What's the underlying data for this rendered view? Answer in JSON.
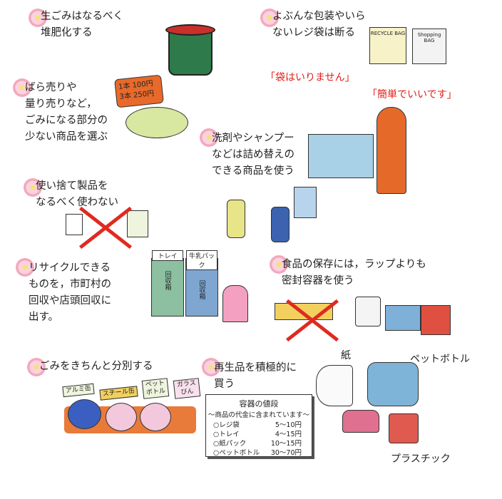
{
  "tips": {
    "compost": [
      "生ごみはなるべく",
      "堆肥化する"
    ],
    "packaging": [
      "よぶんな包装やいら",
      "ないレジ袋は断る"
    ],
    "bulk": [
      "ばら売りや",
      "量り売りなど，",
      "ごみになる部分の",
      "少ない商品を選ぶ"
    ],
    "refill": [
      "洗剤やシャンプー",
      "などは詰め替えの",
      "できる商品を使う"
    ],
    "disposable": [
      "使い捨て製品を",
      "なるべく使わない"
    ],
    "recycle": [
      "リサイクルできる",
      "ものを，市町村の",
      "回収や店頭回収に",
      "出す。"
    ],
    "storage": [
      "食品の保存には，ラップよりも",
      "密封容器を使う"
    ],
    "sort": [
      "ごみをきちんと分別する"
    ],
    "recycled_goods": [
      "再生品を積極的に",
      "買う"
    ]
  },
  "speech": {
    "customer": "「袋はいりません」",
    "clerk": "「簡単でいいです」"
  },
  "illustration_labels": {
    "price_tag": [
      "1本 100円",
      "3本 250円"
    ],
    "recycle_bag": "RECYCLE BAG",
    "shopping_bag": "Shopping BAG",
    "tray": "トレイ",
    "milk_carton": "牛乳パック",
    "collection_box": "回収箱",
    "aluminum": "アルミ缶",
    "steel": "スチール缶",
    "pet": "ペットボトル",
    "glass": "ガラスびん",
    "paper": "紙",
    "pet_bottle": "ペットボトル",
    "plastic": "プラスチック"
  },
  "price_box": {
    "title": "容器の値段",
    "subtitle": "〜商品の代金に含まれています〜",
    "rows": [
      {
        "item": "○レジ袋",
        "price": "5〜10円"
      },
      {
        "item": "○トレイ",
        "price": "4〜15円"
      },
      {
        "item": "○紙パック",
        "price": "10〜15円"
      },
      {
        "item": "○ペットボトル",
        "price": "30〜70円"
      }
    ]
  }
}
